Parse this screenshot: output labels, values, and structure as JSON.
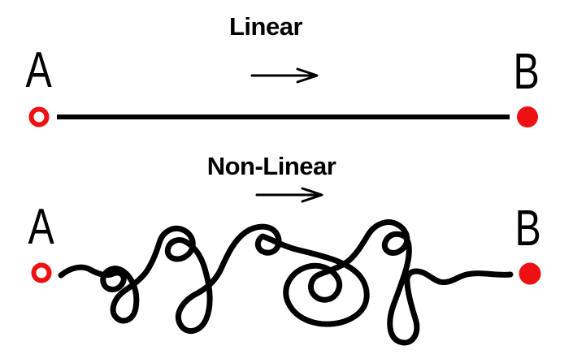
{
  "diagram": {
    "linear": {
      "title": "Linear",
      "start_label": "A",
      "end_label": "B"
    },
    "nonlinear": {
      "title": "Non-Linear",
      "start_label": "A",
      "end_label": "B"
    },
    "colors": {
      "endpoint_red": "#ee1111",
      "path_black": "#000000",
      "background": "#ffffff"
    },
    "icons": {
      "direction_arrow": "→"
    }
  }
}
